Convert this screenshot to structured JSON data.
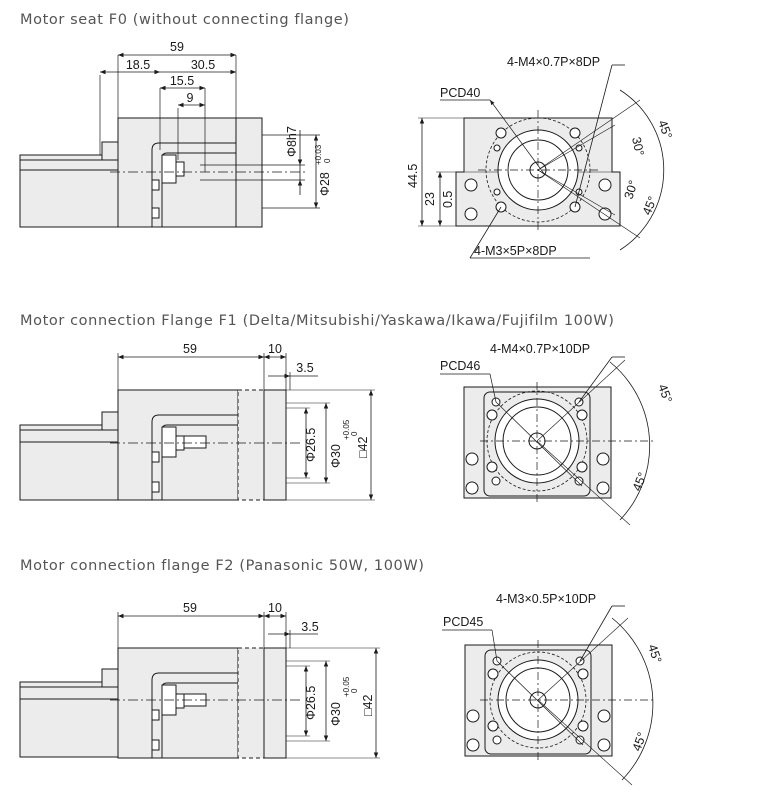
{
  "sections": [
    {
      "title": "Motor seat F0 (without connecting flange)",
      "side_labels": {
        "d59": "59",
        "d18_5": "18.5",
        "d30_5": "30.5",
        "d15_5": "15.5",
        "d9": "9",
        "shaft": "Φ8h7",
        "boss": "Φ28",
        "tol_hi": "+0.03",
        "tol_lo": "0"
      },
      "front_labels": {
        "screw_top": "4-M4×0.7P×8DP",
        "pcd": "PCD40",
        "screw_bottom": "4-M3×5P×8DP",
        "h44_5": "44.5",
        "h23": "23",
        "h0_5": "0.5",
        "a45_top": "45°",
        "a30_top": "30°",
        "a30_bot": "30°",
        "a45_bot": "45°"
      }
    },
    {
      "title": "Motor connection Flange F1 (Delta/Mitsubishi/Yaskawa/Ikawa/Fujifilm 100W)",
      "side_labels": {
        "d59": "59",
        "d10": "10",
        "d3_5": "3.5",
        "pilot": "Φ26.5",
        "boss": "Φ30",
        "tol_hi": "+0.05",
        "tol_lo": "0",
        "square": "□42"
      },
      "front_labels": {
        "screw": "4-M4×0.7P×10DP",
        "pcd": "PCD46",
        "a45_top": "45°",
        "a45_bot": "45°"
      }
    },
    {
      "title": "Motor connection flange F2 (Panasonic 50W, 100W)",
      "side_labels": {
        "d59": "59",
        "d10": "10",
        "d3_5": "3.5",
        "pilot": "Φ26.5",
        "boss": "Φ30",
        "tol_hi": "+0.05",
        "tol_lo": "0",
        "square": "□42"
      },
      "front_labels": {
        "screw": "4-M3×0.5P×10DP",
        "pcd": "PCD45",
        "a45_top": "45°",
        "a45_bot": "45°"
      }
    }
  ],
  "colors": {
    "line": "#1a1a1a",
    "fill": "#ececec",
    "title": "#555555"
  }
}
